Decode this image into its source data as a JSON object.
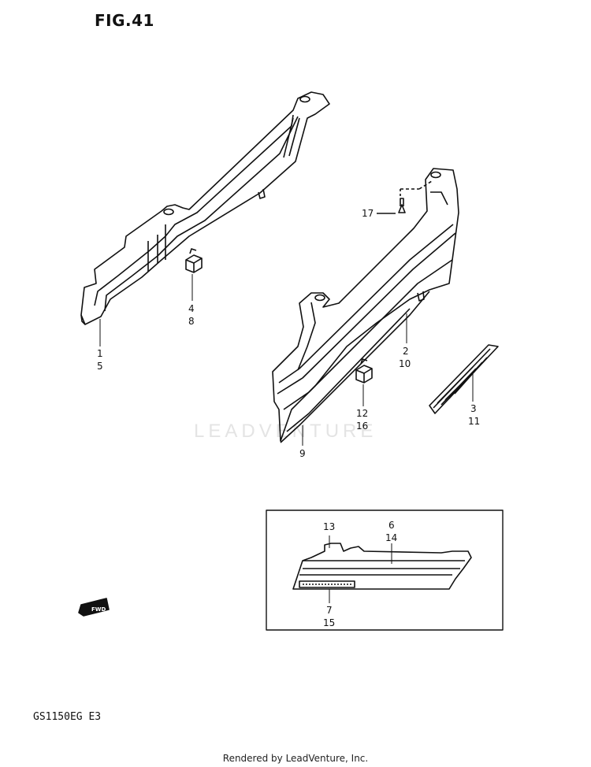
{
  "figure": {
    "title": "FIG.41",
    "model": "GS1150EG E3"
  },
  "footer": "Rendered by LeadVenture, Inc.",
  "watermark": "LEADVENTURE",
  "callouts": [
    {
      "id": "c17",
      "text": "17"
    },
    {
      "id": "c4",
      "text": "4"
    },
    {
      "id": "c8",
      "text": "8"
    },
    {
      "id": "c1",
      "text": "1"
    },
    {
      "id": "c5",
      "text": "5"
    },
    {
      "id": "c2",
      "text": "2"
    },
    {
      "id": "c10",
      "text": "10"
    },
    {
      "id": "c3",
      "text": "3"
    },
    {
      "id": "c11",
      "text": "11"
    },
    {
      "id": "c12",
      "text": "12"
    },
    {
      "id": "c16",
      "text": "16"
    },
    {
      "id": "c9",
      "text": "9"
    },
    {
      "id": "c13",
      "text": "13"
    },
    {
      "id": "c6",
      "text": "6"
    },
    {
      "id": "c14",
      "text": "14"
    },
    {
      "id": "c7",
      "text": "7"
    },
    {
      "id": "c15",
      "text": "15"
    }
  ],
  "icons": {
    "fwd": "fwd-arrow-icon"
  },
  "fwd_label": "FWD",
  "colors": {
    "ink": "#111111",
    "paper": "#ffffff"
  }
}
